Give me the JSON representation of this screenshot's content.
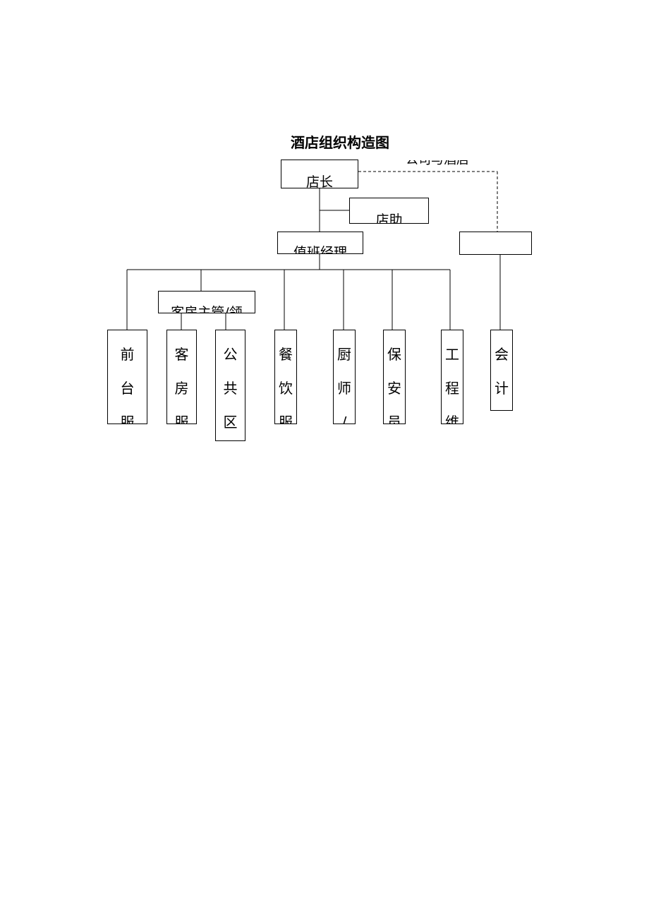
{
  "title": "酒店组织构造图",
  "nodes": {
    "manager": "店长",
    "assistant": "店助",
    "duty_manager": "值班经理",
    "housekeeping_supervisor": "客房主管/领",
    "head_office": "公司与酒店",
    "accounting_box": ""
  },
  "departments": {
    "front_desk": [
      "前",
      "台",
      "服"
    ],
    "rooms": [
      "客",
      "房",
      "服"
    ],
    "public_area": [
      "公",
      "共",
      "区"
    ],
    "catering": [
      "餐",
      "饮",
      "服"
    ],
    "chef": [
      "厨",
      "师",
      "/"
    ],
    "security": [
      "保",
      "安",
      "员"
    ],
    "engineering": [
      "工",
      "程",
      "维"
    ],
    "accounting": [
      "会",
      "计"
    ]
  }
}
